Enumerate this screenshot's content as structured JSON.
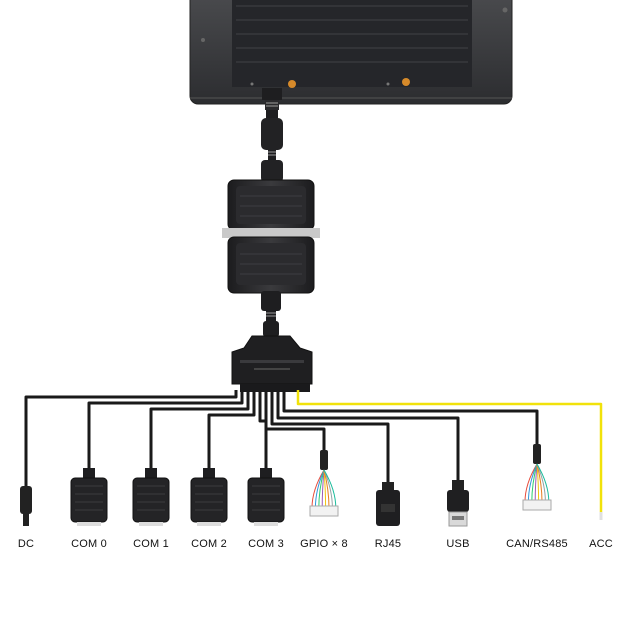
{
  "ports": [
    {
      "id": "dc",
      "label": "DC",
      "type": "dc"
    },
    {
      "id": "com0",
      "label": "COM 0",
      "type": "db9"
    },
    {
      "id": "com1",
      "label": "COM 1",
      "type": "db9"
    },
    {
      "id": "com2",
      "label": "COM 2",
      "type": "db9"
    },
    {
      "id": "com3",
      "label": "COM 3",
      "type": "db9"
    },
    {
      "id": "gpio",
      "label": "GPIO × 8",
      "type": "header"
    },
    {
      "id": "rj45",
      "label": "RJ45",
      "type": "rj45"
    },
    {
      "id": "usb",
      "label": "USB",
      "type": "usb"
    },
    {
      "id": "can",
      "label": "CAN/RS485",
      "type": "header"
    },
    {
      "id": "acc",
      "label": "ACC",
      "type": "acc"
    }
  ],
  "colors": {
    "cable": "#1a1a1a",
    "acc_wire": "#f1e20a",
    "device_body": "#3a3b3e",
    "device_screen": "#262729",
    "screw_accent": "#d68a2a"
  }
}
